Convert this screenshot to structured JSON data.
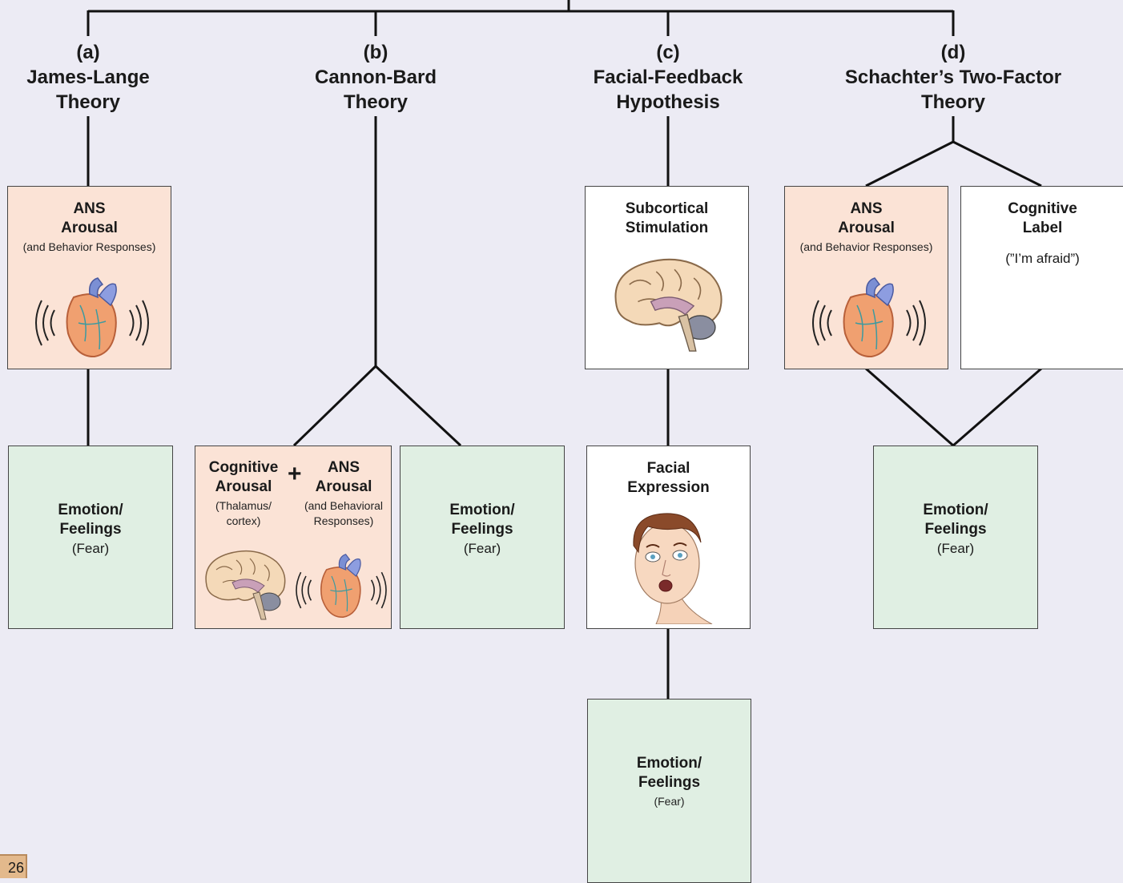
{
  "theories": [
    {
      "letter": "(a)",
      "name1": "James-Lange",
      "name2": "Theory"
    },
    {
      "letter": "(b)",
      "name1": "Cannon-Bard",
      "name2": "Theory"
    },
    {
      "letter": "(c)",
      "name1": "Facial-Feedback",
      "name2": "Hypothesis"
    },
    {
      "letter": "(d)",
      "name1": "Schachter’s Two-Factor",
      "name2": "Theory"
    }
  ],
  "a": {
    "ans": {
      "title1": "ANS",
      "title2": "Arousal",
      "sub": "(and Behavior Responses)"
    },
    "emotion": {
      "title1": "Emotion/",
      "title2": "Feelings",
      "sub": "(Fear)"
    }
  },
  "b": {
    "cognitive": {
      "title1": "Cognitive",
      "title2": "Arousal",
      "sub1": "(Thalamus/",
      "sub2": "cortex)"
    },
    "plus": "+",
    "ans": {
      "title1": "ANS",
      "title2": "Arousal",
      "sub1": "(and Behavioral",
      "sub2": "Responses)"
    },
    "emotion": {
      "title1": "Emotion/",
      "title2": "Feelings",
      "sub": "(Fear)"
    }
  },
  "c": {
    "subcortical": {
      "title1": "Subcortical",
      "title2": "Stimulation"
    },
    "facial": {
      "title1": "Facial",
      "title2": "Expression"
    },
    "emotion": {
      "title1": "Emotion/",
      "title2": "Feelings",
      "sub": "(Fear)"
    }
  },
  "d": {
    "ans": {
      "title1": "ANS",
      "title2": "Arousal",
      "sub": "(and Behavior Responses)"
    },
    "label": {
      "title1": "Cognitive",
      "title2": "Label",
      "quote": "(”I’m afraid”)"
    },
    "emotion": {
      "title1": "Emotion/",
      "title2": "Feelings",
      "sub": "(Fear)"
    }
  },
  "page_number": "26",
  "colors": {
    "background": "#ecebf4",
    "pink_box": "#fbe3d6",
    "green_box": "#e0efe3",
    "white_box": "#ffffff"
  }
}
